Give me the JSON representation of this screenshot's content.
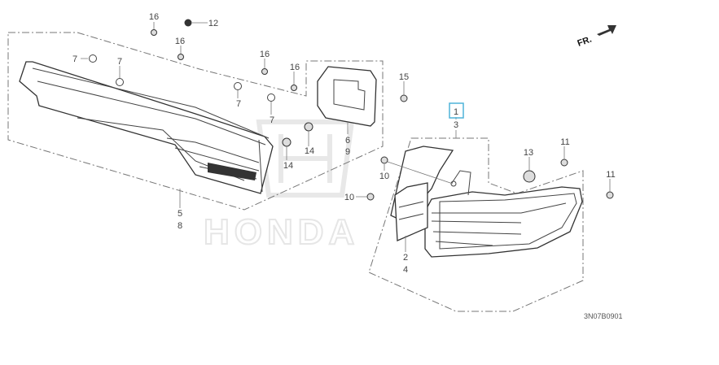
{
  "diagram": {
    "direction_label": "FR.",
    "diagram_code": "3N07B0901",
    "watermark": "HONDA",
    "highlight_color": "#4fb3d9",
    "callouts": {
      "c16a": "16",
      "c12": "12",
      "c16b": "16",
      "c7a": "7",
      "c7b": "7",
      "c16c": "16",
      "c16d": "16",
      "c7c": "7",
      "c7d": "7",
      "c14a": "14",
      "c14b": "14",
      "c6": "6",
      "c9": "9",
      "c5": "5",
      "c8": "8",
      "c15": "15",
      "c1": "1",
      "c3": "3",
      "c13": "13",
      "c11a": "11",
      "c11b": "11",
      "c10a": "10",
      "c10b": "10",
      "c2": "2",
      "c4": "4"
    }
  }
}
